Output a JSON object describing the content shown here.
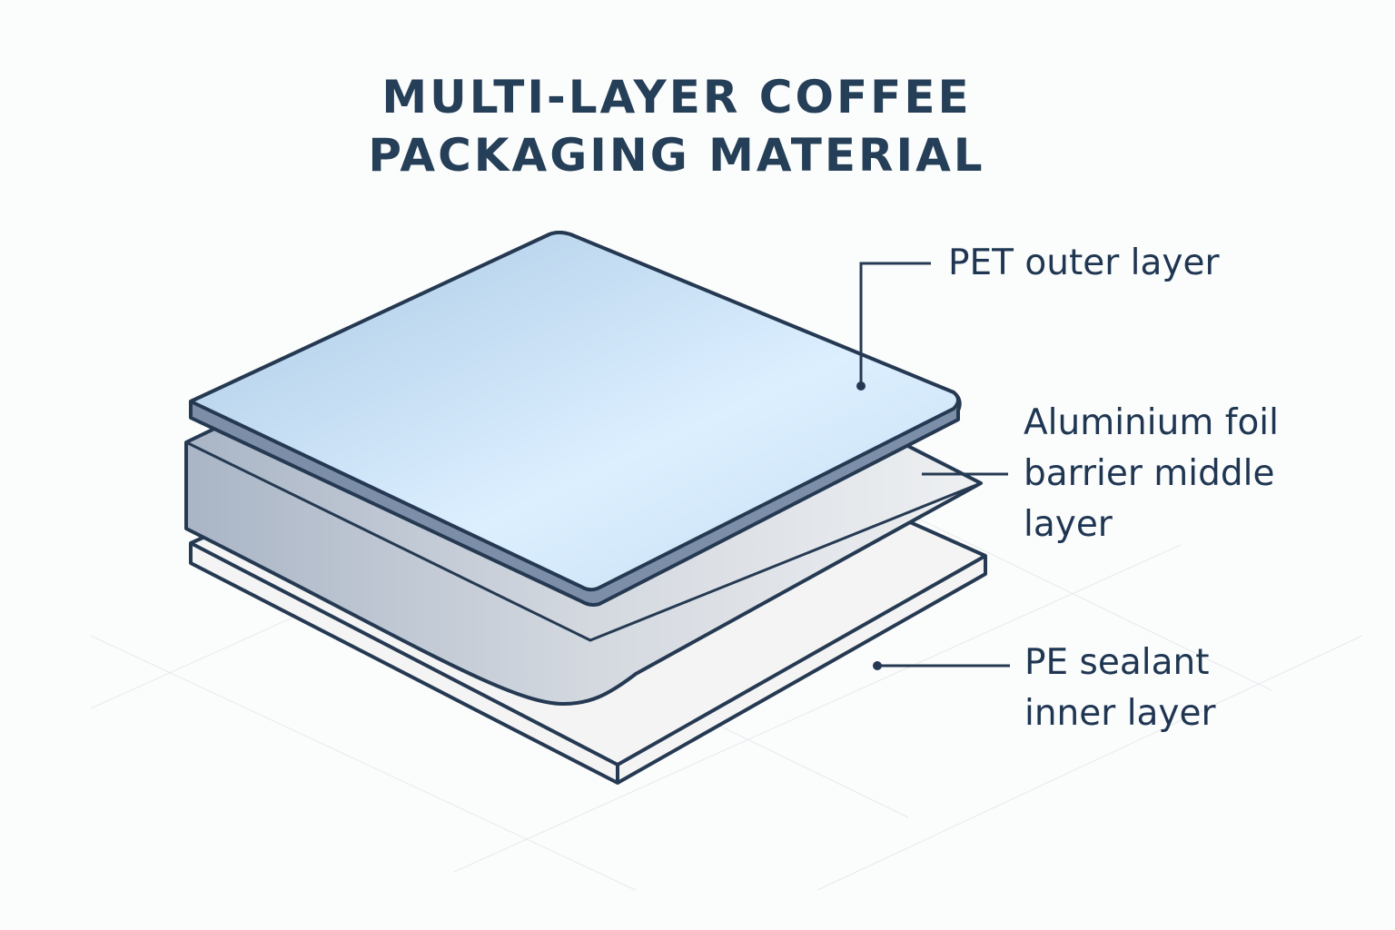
{
  "title": {
    "line1": "MULTI-LAYER COFFEE",
    "line2": "PACKAGING MATERIAL"
  },
  "labels": {
    "pet": "PET outer layer",
    "foil_line1": "Aluminium foil",
    "foil_line2": "barrier middle",
    "foil_line3": "layer",
    "pe_line1": "PE sealant",
    "pe_line2": "inner layer"
  },
  "colors": {
    "outline": "#253a52",
    "pet": "#c3ddf0",
    "foil": "#c9cfd8",
    "pe": "#eeeeee",
    "text": "#1f3652"
  }
}
